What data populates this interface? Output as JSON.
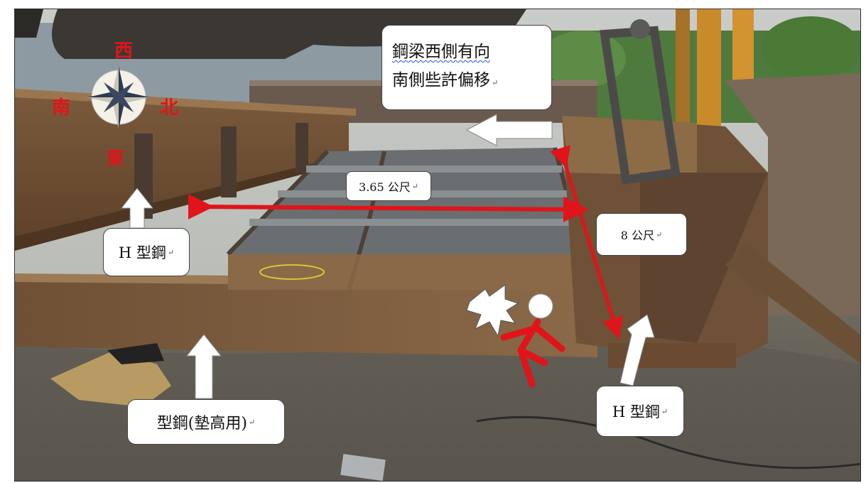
{
  "compass": {
    "west": "西",
    "south": "南",
    "north": "北",
    "east": "東"
  },
  "callouts": {
    "offset_line1": "鋼梁西側有向",
    "offset_line2": "南側些許偏移",
    "width": "3.65 公尺",
    "length": "8 公尺",
    "hbeam_left": "H 型鋼",
    "hbeam_right": "H 型鋼",
    "shim_beam": "型鋼(墊高用)",
    "return_mark": "↵"
  },
  "colors": {
    "dimension_arrow": "#e0141a",
    "pointer_arrow": "#ffffff",
    "accident_figure": "#e0141a"
  }
}
